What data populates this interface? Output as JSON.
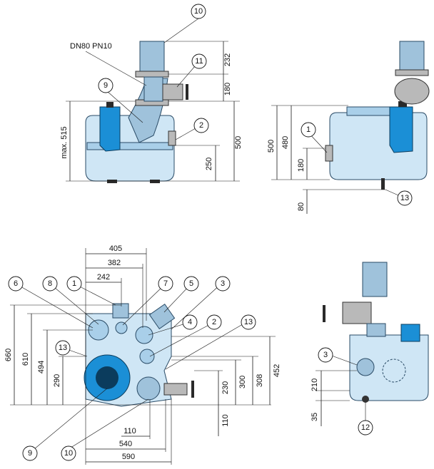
{
  "labels": {
    "pipe_spec": "DN80 PN10"
  },
  "callouts": [
    "1",
    "2",
    "3",
    "4",
    "5",
    "6",
    "7",
    "8",
    "9",
    "10",
    "11",
    "12",
    "13"
  ],
  "dims_front": {
    "d232": "232",
    "d180": "180",
    "d500": "500",
    "d250": "250",
    "max515": "max. 515"
  },
  "dims_side": {
    "d500": "500",
    "d480": "480",
    "d180": "180",
    "d80": "80"
  },
  "dims_top": {
    "d405": "405",
    "d382": "382",
    "d242": "242",
    "d660": "660",
    "d610": "610",
    "d494": "494",
    "d290": "290",
    "d452": "452",
    "d308": "308",
    "d300": "300",
    "d230": "230",
    "d110v": "110",
    "d110": "110",
    "d540": "540",
    "d590": "590"
  },
  "dims_small": {
    "d210": "210",
    "d35": "35"
  },
  "colors": {
    "tank": "#cfe6f5",
    "pump": "#1b8fd6",
    "pipe": "#9fc2db"
  }
}
